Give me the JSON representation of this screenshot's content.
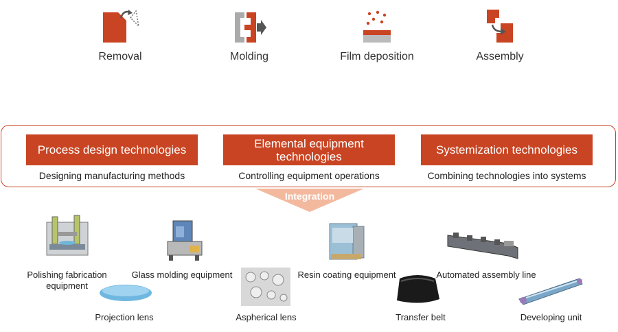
{
  "processes": [
    {
      "label": "Removal",
      "icon": "removal-icon"
    },
    {
      "label": "Molding",
      "icon": "molding-icon"
    },
    {
      "label": "Film deposition",
      "icon": "film-deposition-icon"
    },
    {
      "label": "Assembly",
      "icon": "assembly-icon"
    }
  ],
  "technologies": [
    {
      "title": "Process design technologies",
      "subtitle": "Designing manufacturing methods"
    },
    {
      "title": "Elemental equipment technologies",
      "subtitle": "Controlling equipment operations"
    },
    {
      "title": "Systemization technologies",
      "subtitle": "Combining technologies into systems"
    }
  ],
  "integration_label": "Integration",
  "products": {
    "polishing": "Polishing fabrication equipment",
    "glass_molding": "Glass molding equipment",
    "resin_coating": "Resin coating equipment",
    "assembly_line": "Automated assembly line",
    "projection_lens": "Projection lens",
    "aspherical_lens": "Aspherical lens",
    "transfer_belt": "Transfer belt",
    "developing_unit": "Developing unit"
  },
  "colors": {
    "accent": "#c94422",
    "arrow": "#f3b99e"
  }
}
